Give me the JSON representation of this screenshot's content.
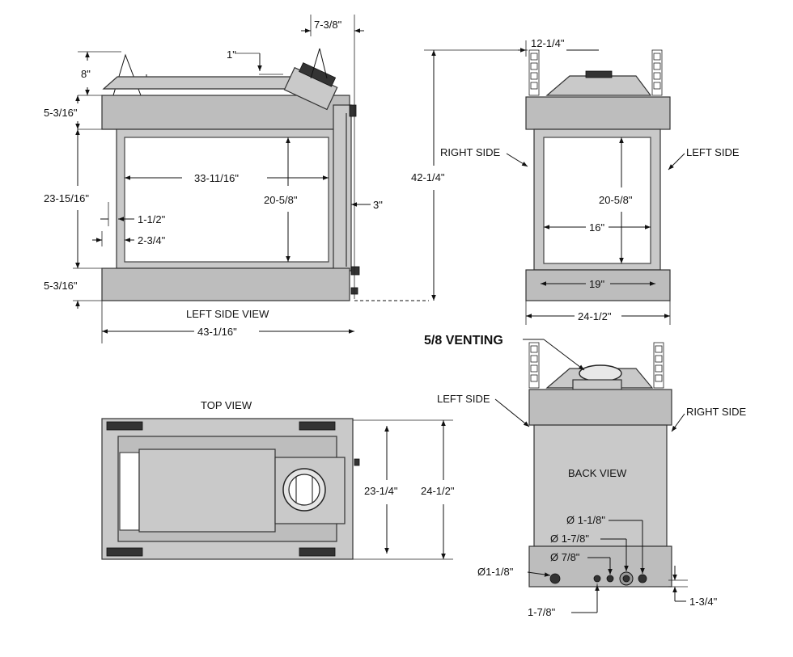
{
  "views": {
    "left_side": "LEFT SIDE VIEW",
    "top": "TOP VIEW",
    "back": "BACK VIEW"
  },
  "labels": {
    "right_side_front": "RIGHT SIDE",
    "left_side_front": "LEFT SIDE",
    "left_side_back": "LEFT SIDE",
    "right_side_back": "RIGHT SIDE",
    "venting": "5/8 VENTING"
  },
  "dims": {
    "d_7_3_8": "7-3/8\"",
    "d_1": "1\"",
    "d_8": "8\"",
    "d_5_3_16_top": "5-3/16\"",
    "d_23_15_16": "23-15/16\"",
    "d_33_11_16": "33-11/16\"",
    "d_20_5_8_side": "20-5/8\"",
    "d_3": "3\"",
    "d_1_1_2": "1-1/2\"",
    "d_2_3_4": "2-3/4\"",
    "d_5_3_16_bot": "5-3/16\"",
    "d_43_1_16": "43-1/16\"",
    "d_12_1_4": "12-1/4\"",
    "d_42_1_4": "42-1/4\"",
    "d_20_5_8_front": "20-5/8\"",
    "d_16": "16\"",
    "d_19": "19\"",
    "d_24_1_2_front": "24-1/2\"",
    "d_23_1_4": "23-1/4\"",
    "d_24_1_2_top": "24-1/2\"",
    "d_phi_1_1_8_a": "Ø 1-1/8\"",
    "d_phi_1_7_8": "Ø 1-7/8\"",
    "d_phi_7_8": "Ø 7/8\"",
    "d_phi_1_1_8_b": "Ø1-1/8\"",
    "d_1_7_8": "1-7/8\"",
    "d_1_3_4": "1-3/4\""
  }
}
